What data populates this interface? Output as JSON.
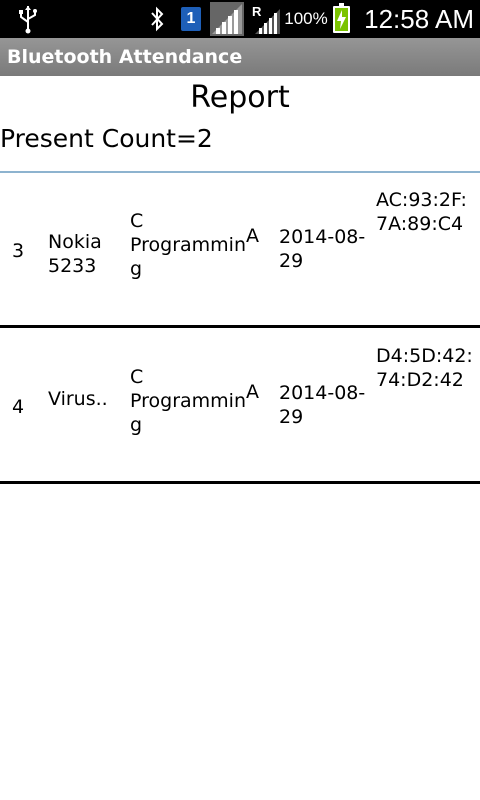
{
  "status_bar": {
    "sim_label": "1",
    "roaming_label": "R",
    "battery_pct": "100%",
    "time": "12:58 AM",
    "icons": [
      "usb-icon",
      "bluetooth-icon",
      "sim-icon",
      "signal-icon",
      "roaming-signal-icon",
      "battery-charging-icon"
    ]
  },
  "app": {
    "title": "Bluetooth Attendance"
  },
  "report": {
    "title": "Report",
    "present_count": "Present Count=2",
    "rows": [
      {
        "id": "3",
        "device": "Nokia 5233",
        "subject": "C Programming",
        "status": "A",
        "date": "2014-08-29",
        "mac": "AC:93:2F:7A:89:C4"
      },
      {
        "id": "4",
        "device": "Virus..",
        "subject": "C Programming",
        "status": "A",
        "date": "2014-08-29",
        "mac": "D4:5D:42:74:D2:42"
      }
    ]
  },
  "colors": {
    "status_bar": "#000000",
    "title_bar": "#888888",
    "separator": "#8db3cf",
    "battery": "#7bc300",
    "sim": "#1e5fb8"
  }
}
